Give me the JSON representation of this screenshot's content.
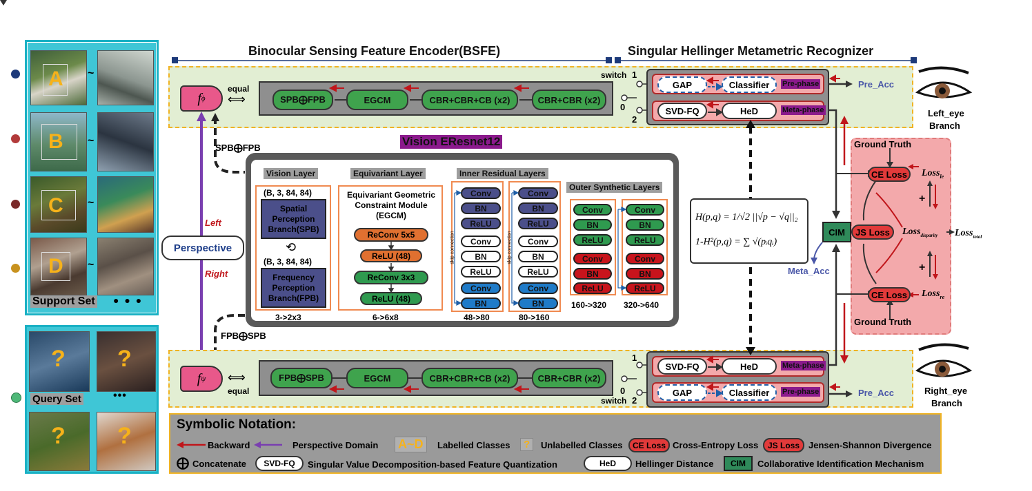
{
  "titles": {
    "bsfe": "Binocular Sensing Feature Encoder(BSFE)",
    "shmr": "Singular Hellinger Metametric Recognizer",
    "vision": "Vision EResnet12"
  },
  "support": {
    "label": "Support Set",
    "dots": "● ● ●",
    "classes": [
      "A",
      "B",
      "C",
      "D"
    ],
    "tilde": "~"
  },
  "query": {
    "label": "Query Set",
    "dots": "•••",
    "mark": "?"
  },
  "top": {
    "f_label": "f",
    "f_sub": "ϕ",
    "equal": "equal",
    "blocks": [
      "SPB⨁FPB",
      "EGCM",
      "CBR+CBR+CB (x2)",
      "CBR+CBR (x2)"
    ],
    "switch": "switch",
    "sw1": "1",
    "sw0": "0",
    "sw2": "2",
    "gap": "GAP",
    "classifier": "Classifier",
    "pre_phase": "Pre-phase",
    "svd": "SVD-FQ",
    "hed": "HeD",
    "meta_phase": "Meta-phase",
    "pre_acc": "Pre_Acc",
    "eye_label1": "Left_eye",
    "eye_label2": "Branch",
    "concat_label": "SPB⨁FPB"
  },
  "bottom": {
    "f_label": "f",
    "f_sub": "ψ",
    "equal": "equal",
    "blocks": [
      "FPB⨁SPB",
      "EGCM",
      "CBR+CBR+CB (x2)",
      "CBR+CBR (x2)"
    ],
    "switch": "switch",
    "sw1": "1",
    "sw0": "0",
    "sw2": "2",
    "gap": "GAP",
    "classifier": "Classifier",
    "pre_phase": "Pre-phase",
    "svd": "SVD-FQ",
    "hed": "HeD",
    "meta_phase": "Meta-phase",
    "pre_acc": "Pre_Acc",
    "eye_label1": "Right_eye",
    "eye_label2": "Branch",
    "concat_label": "FPB⨁SPB"
  },
  "perspective": {
    "label": "Perspective",
    "left": "Left",
    "right": "Right"
  },
  "vision_layer": {
    "title": "Vision Layer",
    "shape1": "(B, 3, 84, 84)",
    "spb": "Spatial Perception Branch(SPB)",
    "shape2": "(B, 3, 84, 84)",
    "fpb": "Frequency Perception Branch(FPB)",
    "dims": "3->2x3"
  },
  "equivariant_layer": {
    "title": "Equivariant Layer",
    "module": "Equivariant Geometric Constraint Module (EGCM)",
    "items": [
      "ReConv 5x5",
      "ReLU (48)",
      "ReConv 3x3",
      "ReLU (48)"
    ],
    "dims": "6->6x8"
  },
  "inner_residual": {
    "title": "Inner Residual Layers",
    "items": [
      "Conv",
      "BN",
      "ReLU",
      "Conv",
      "BN",
      "ReLU",
      "Conv",
      "BN"
    ],
    "skip": "skip connection",
    "dims1": "48->80",
    "dims2": "80->160"
  },
  "outer_synthetic": {
    "title": "Outer Synthetic Layers",
    "items": [
      "Conv",
      "BN",
      "ReLU",
      "Conv",
      "BN",
      "ReLU"
    ],
    "dims1": "160->320",
    "dims2": "320->640"
  },
  "formula": {
    "line1": "H(p,q) = 1/√2 ||√p − √q||₂",
    "line2": "1-H²(p,q) = ∑ √(pᵢqᵢ)"
  },
  "loss": {
    "ground_truth": "Ground Truth",
    "ce": "CE Loss",
    "js": "JS Loss",
    "cim": "CIM",
    "meta_acc": "Meta_Acc",
    "plus": "+",
    "loss_le": "Loss",
    "loss_le_sub": "le",
    "loss_disp": "Loss",
    "loss_disp_sub": "disparity",
    "loss_total": "Loss",
    "loss_total_sub": "total",
    "loss_re": "Loss",
    "loss_re_sub": "re"
  },
  "legend": {
    "title": "Symbolic Notation:",
    "backward": "Backward",
    "perspective_domain": "Perspective Domain",
    "ad": "A~D",
    "labelled": "Labelled Classes",
    "q": "?",
    "unlabelled": "Unlabelled Classes",
    "ce": "CE Loss",
    "ce_desc": "Cross-Entropy Loss",
    "js": "JS Loss",
    "js_desc": "Jensen-Shannon Divergence",
    "concat_sym": "⨁",
    "concat": "Concatenate",
    "svd": "SVD-FQ",
    "svd_desc": "Singular Value Decomposition-based Feature Quantization",
    "hed": "HeD",
    "hed_desc": "Hellinger Distance",
    "cim": "CIM",
    "cim_desc": "Collaborative Identification Mechanism"
  },
  "colors": {
    "green_panel": "#e2eed3",
    "gold_border": "#f0b323",
    "teal": "#1ab1c4",
    "pink": "#f3a9ab",
    "purple": "#7a3fb0",
    "red_arrow": "#c0161b",
    "magenta": "#8b1a8c"
  }
}
